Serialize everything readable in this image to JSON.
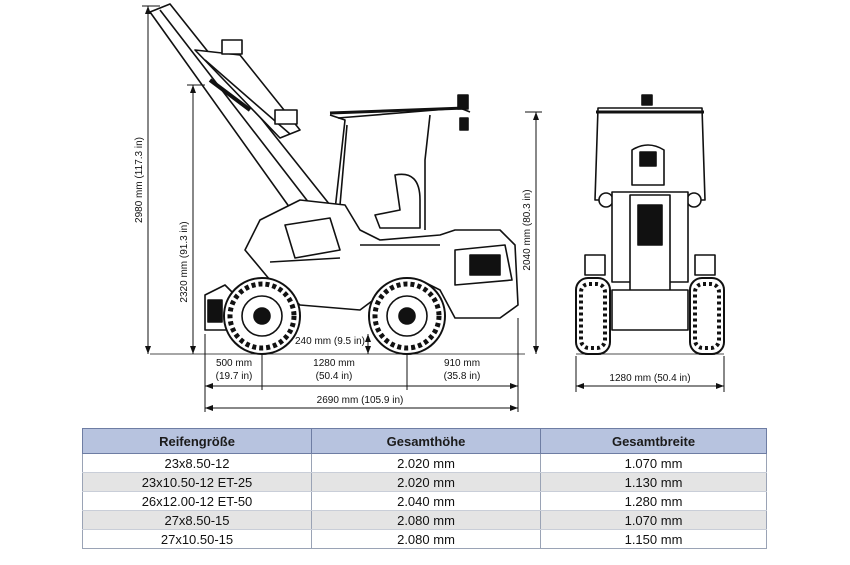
{
  "dimensions": {
    "height_total": "2980 mm (117.3 in)",
    "height_arm": "2320 mm (91.3 in)",
    "height_cab": "2040 mm (80.3 in)",
    "ground_clearance": "240 mm (9.5 in)",
    "front_overhang_mm": "500 mm",
    "front_overhang_in": "(19.7 in)",
    "wheelbase_mm": "1280 mm",
    "wheelbase_in": "(50.4 in)",
    "rear_overhang_mm": "910 mm",
    "rear_overhang_in": "(35.8 in)",
    "overall_length": "2690 mm (105.9 in)",
    "overall_width": "1280 mm (50.4 in)"
  },
  "table": {
    "headers": [
      "Reifengröße",
      "Gesamthöhe",
      "Gesamtbreite"
    ],
    "rows": [
      [
        "23x8.50-12",
        "2.020 mm",
        "1.070 mm"
      ],
      [
        "23x10.50-12 ET-25",
        "2.020 mm",
        "1.130 mm"
      ],
      [
        "26x12.00-12 ET-50",
        "2.040 mm",
        "1.280 mm"
      ],
      [
        "27x8.50-15",
        "2.080 mm",
        "1.070 mm"
      ],
      [
        "27x10.50-15",
        "2.080 mm",
        "1.150 mm"
      ]
    ]
  },
  "colors": {
    "header_fill": "#b7c3df",
    "alt_row_fill": "#e4e4e4",
    "line": "#111111"
  }
}
